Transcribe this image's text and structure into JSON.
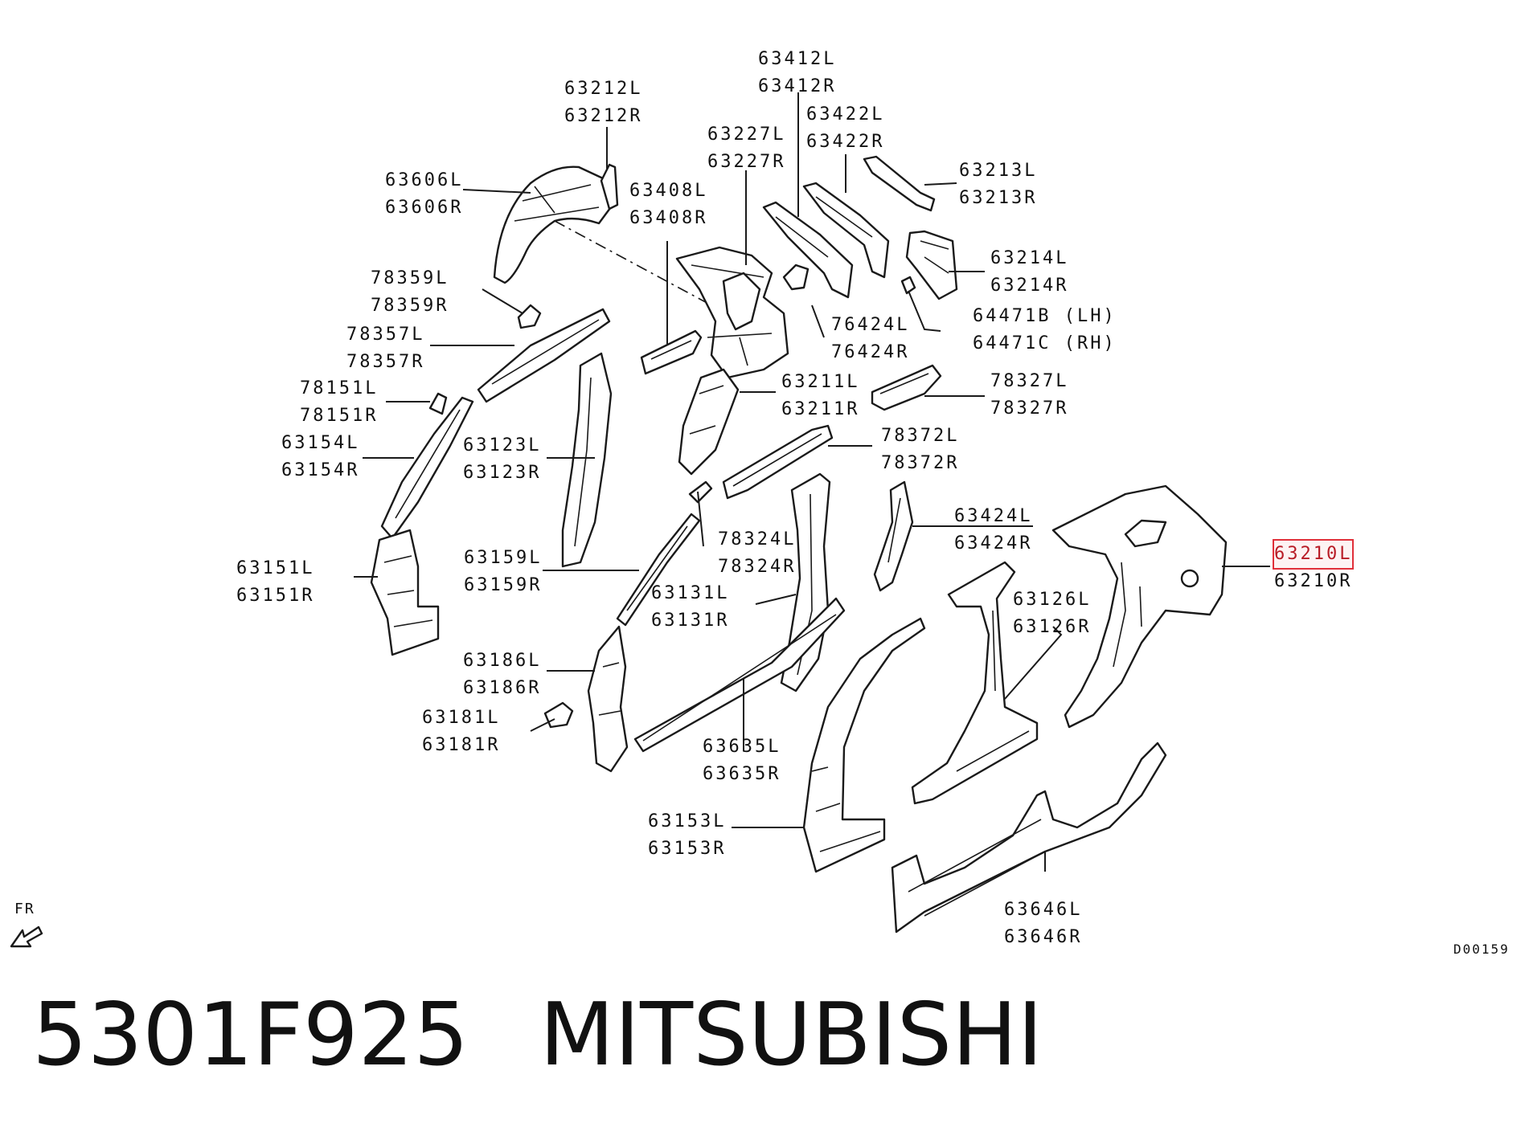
{
  "labels": {
    "p63212": [
      "63212L",
      "63212R"
    ],
    "p63412": [
      "63412L",
      "63412R"
    ],
    "p63422": [
      "63422L",
      "63422R"
    ],
    "p63227": [
      "63227L",
      "63227R"
    ],
    "p63606": [
      "63606L",
      "63606R"
    ],
    "p63408": [
      "63408L",
      "63408R"
    ],
    "p63213": [
      "63213L",
      "63213R"
    ],
    "p63214": [
      "63214L",
      "63214R"
    ],
    "p78359": [
      "78359L",
      "78359R"
    ],
    "p76424": [
      "76424L",
      "76424R"
    ],
    "p64471": [
      "64471B (LH)",
      "64471C (RH)"
    ],
    "p78357": [
      "78357L",
      "78357R"
    ],
    "p78151": [
      "78151L",
      "78151R"
    ],
    "p63211": [
      "63211L",
      "63211R"
    ],
    "p78327": [
      "78327L",
      "78327R"
    ],
    "p63154": [
      "63154L",
      "63154R"
    ],
    "p63123": [
      "63123L",
      "63123R"
    ],
    "p78372": [
      "78372L",
      "78372R"
    ],
    "p78324": [
      "78324L",
      "78324R"
    ],
    "p63424": [
      "63424L",
      "63424R"
    ],
    "p63210": [
      "63210L",
      "63210R"
    ],
    "p63159": [
      "63159L",
      "63159R"
    ],
    "p63151": [
      "63151L",
      "63151R"
    ],
    "p63131": [
      "63131L",
      "63131R"
    ],
    "p63126": [
      "63126L",
      "63126R"
    ],
    "p63186": [
      "63186L",
      "63186R"
    ],
    "p63181": [
      "63181L",
      "63181R"
    ],
    "p63635": [
      "63635L",
      "63635R"
    ],
    "p63153": [
      "63153L",
      "63153R"
    ],
    "p63646": [
      "63646L",
      "63646R"
    ]
  },
  "highlighted_part": "63210L",
  "front_indicator": "FR",
  "diagram_code": "D00159",
  "footer": {
    "part_number": "5301F925",
    "brand": "MITSUBISHI"
  }
}
